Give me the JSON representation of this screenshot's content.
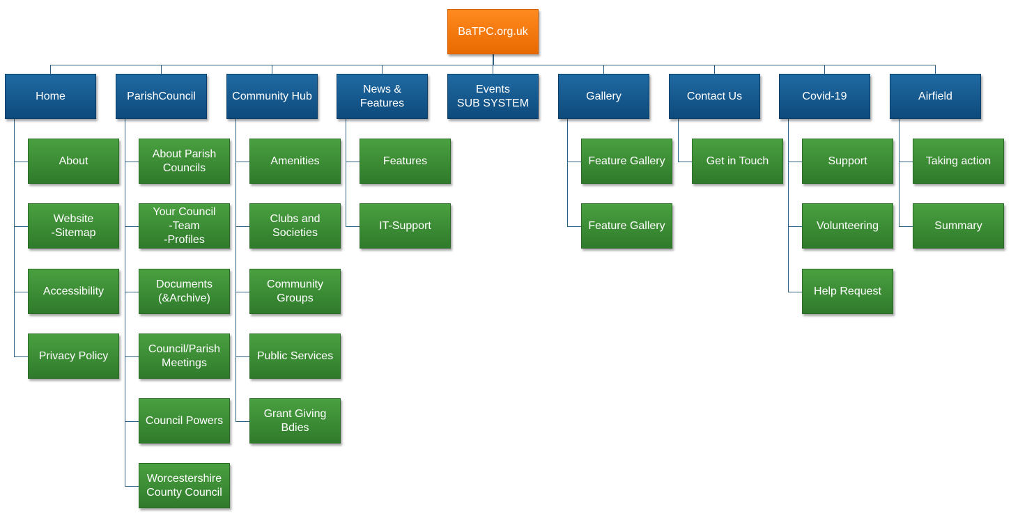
{
  "root": {
    "label": "BaTPC.org.uk"
  },
  "colors": {
    "root": "#f47b10",
    "category": "#155a8f",
    "leaf": "#3c8d35",
    "connector": "#2f5f7f"
  },
  "categories": [
    {
      "label": "Home",
      "children": [
        "About",
        "Website\n-Sitemap",
        "Accessibility",
        "Privacy Policy"
      ]
    },
    {
      "label": "ParishCouncil",
      "children": [
        "About Parish\nCouncils",
        "Your Council\n-Team\n-Profiles",
        "Documents\n(&Archive)",
        "Council/Parish\nMeetings",
        "Council Powers",
        "Worcestershire\nCounty Council"
      ]
    },
    {
      "label": "Community Hub",
      "children": [
        "Amenities",
        "Clubs and\nSocieties",
        "Community\nGroups",
        "Public Services",
        "Grant Giving\nBdies"
      ]
    },
    {
      "label": "News & Features",
      "children": [
        "Features",
        "IT-Support"
      ]
    },
    {
      "label": "Events\nSUB SYSTEM",
      "children": []
    },
    {
      "label": "Gallery",
      "children": [
        "Feature Gallery",
        "Feature Gallery"
      ]
    },
    {
      "label": "Contact Us",
      "children": [
        "Get in Touch"
      ]
    },
    {
      "label": "Covid-19",
      "children": [
        "Support",
        "Volunteering",
        "Help Request"
      ]
    },
    {
      "label": "Airfield",
      "children": [
        "Taking action",
        "Summary"
      ]
    }
  ]
}
